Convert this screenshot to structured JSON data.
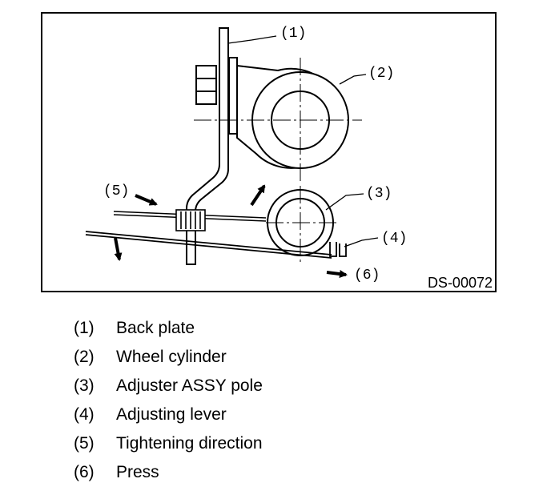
{
  "figure": {
    "id": "DS-00072",
    "callouts": [
      "(1)",
      "(2)",
      "(3)",
      "(4)",
      "(5)",
      "(6)"
    ]
  },
  "legend": [
    {
      "num": "(1)",
      "label": "Back plate"
    },
    {
      "num": "(2)",
      "label": "Wheel cylinder"
    },
    {
      "num": "(3)",
      "label": "Adjuster ASSY pole"
    },
    {
      "num": "(4)",
      "label": "Adjusting lever"
    },
    {
      "num": "(5)",
      "label": "Tightening direction"
    },
    {
      "num": "(6)",
      "label": "Press"
    }
  ]
}
